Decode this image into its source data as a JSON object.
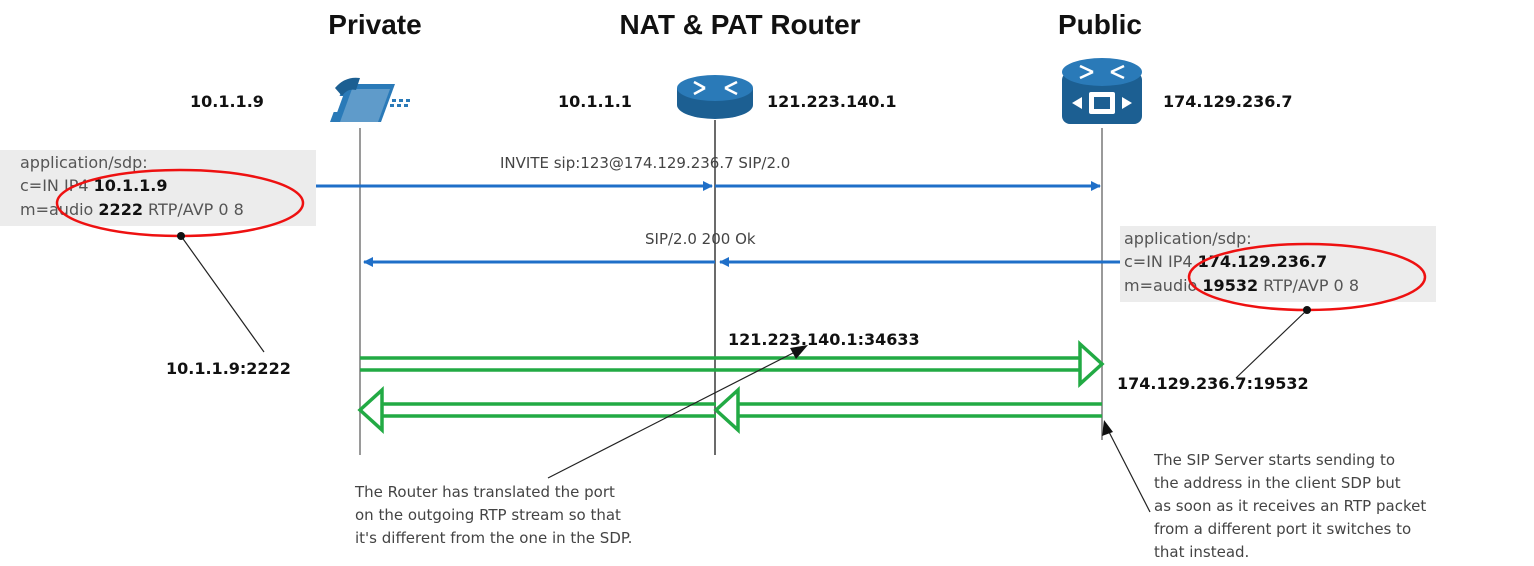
{
  "columns": {
    "private": "Private",
    "router": "NAT & PAT Router",
    "public": "Public"
  },
  "addresses": {
    "phone_ip": "10.1.1.9",
    "router_inside_ip": "10.1.1.1",
    "router_outside_ip": "121.223.140.1",
    "server_ip": "174.129.236.7"
  },
  "messages": {
    "invite": "INVITE sip:123@174.129.236.7 SIP/2.0",
    "ok": "SIP/2.0 200 Ok"
  },
  "client_sdp": {
    "line1": "application/sdp:",
    "line2_prefix": "c=IN IP4 ",
    "line2_value": "10.1.1.9",
    "line3_prefix": "m=audio ",
    "line3_value": "2222",
    "line3_suffix": " RTP/AVP 0 8"
  },
  "server_sdp": {
    "line1": "application/sdp:",
    "line2_prefix": "c=IN IP4 ",
    "line2_value": "174.129.236.7",
    "line3_prefix": "m=audio ",
    "line3_value": "19532",
    "line3_suffix": " RTP/AVP 0 8"
  },
  "rtp": {
    "client_endpoint": "10.1.1.9:2222",
    "router_translated": "121.223.140.1:34633",
    "server_endpoint": "174.129.236.7:19532"
  },
  "notes": {
    "router_note": [
      "The Router has translated the port",
      "on the outgoing RTP stream so that",
      "it's different from the one in the SDP."
    ],
    "server_note": [
      "The SIP Server starts sending to",
      "the address in the client SDP but",
      "as soon as it receives an RTP packet",
      "from a different port it switches to",
      "that instead."
    ]
  },
  "colors": {
    "sip_arrow": "#1f6fc8",
    "rtp_arrow": "#22aa44",
    "highlight_ellipse": "#ee1111",
    "sdp_background": "#ececec",
    "icon_blue": "#1c6aa0"
  },
  "icons": [
    "phone-icon",
    "router-icon",
    "sip-server-icon"
  ]
}
